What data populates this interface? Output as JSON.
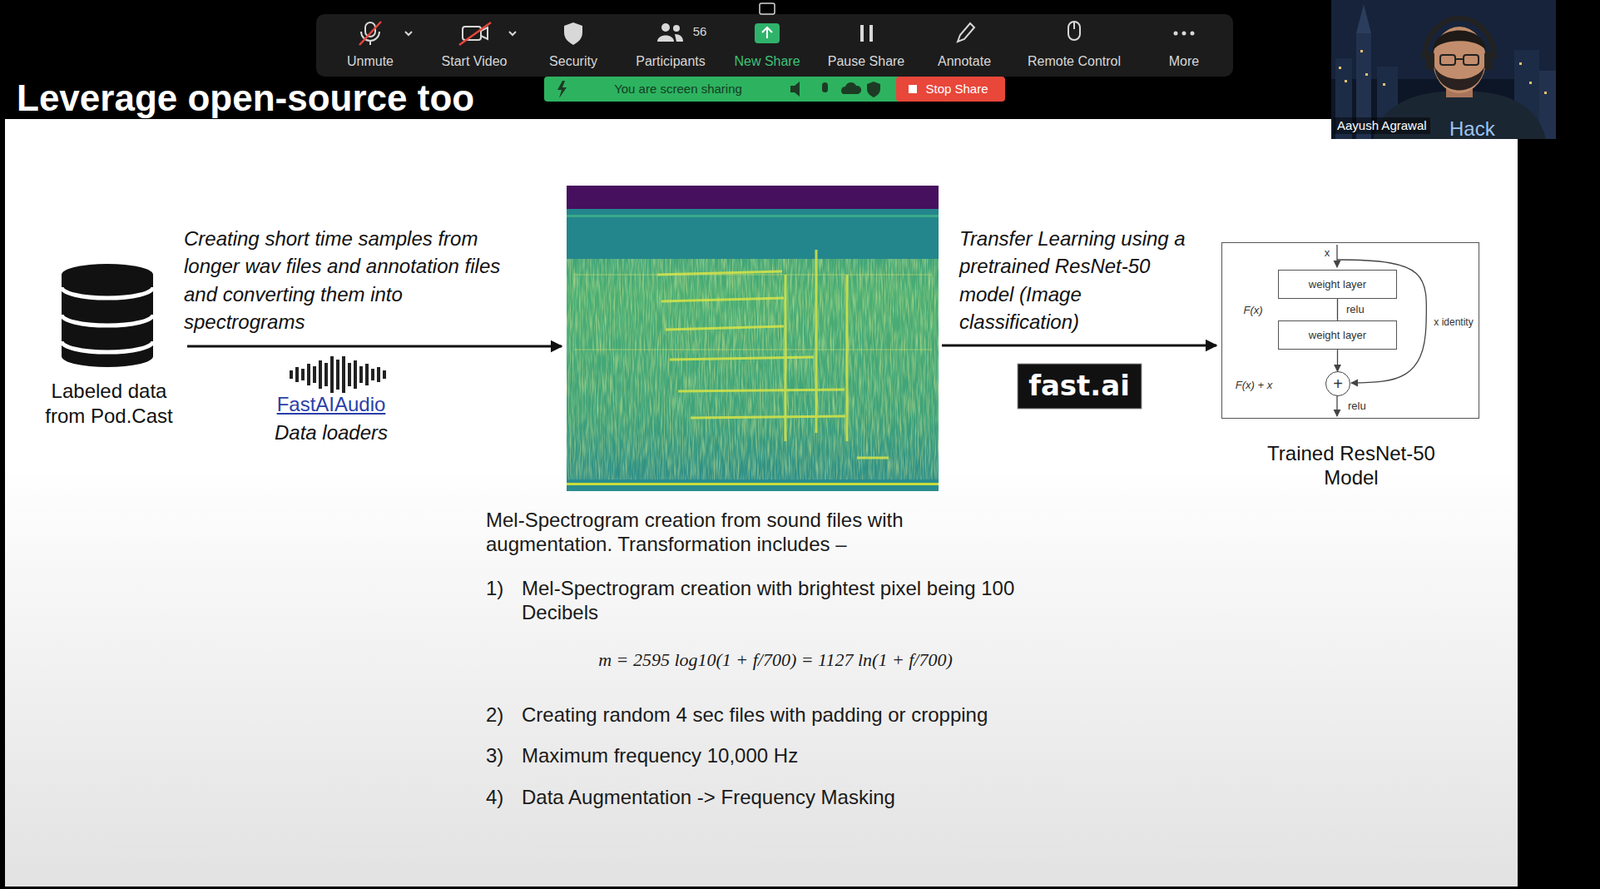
{
  "diagram": {
    "title": "Leverage open-source too",
    "nodes": [
      {
        "text": [
          "Labeled data from Pod.Cast"
        ]
      },
      {
        "text": [
          "Mel-Spectrogram creation from sound files with augmentation. Transformation includes –"
        ]
      },
      {
        "text": [
          "x",
          "F(x)",
          "x identity",
          "F(x) + x",
          "relu",
          "Trained ResNet-50 Model"
        ]
      },
      {
        "text": [
          "weight layer"
        ],
        "in": 2
      },
      {
        "text": [
          "weight layer"
        ],
        "in": 2
      },
      {
        "text": [
          "+"
        ],
        "in": 2
      }
    ],
    "edges": [
      {
        "from": 0,
        "to": 1,
        "arrow": "to",
        "label": "Creating short time samples from longer wav files and annotation files and converting them into spectrograms"
      },
      {
        "from": 1,
        "to": 2,
        "arrow": "to",
        "label": "Transfer Learning using a pretrained ResNet-50 model (Image classification)"
      },
      {
        "from": 3,
        "to": 4,
        "arrow": "none",
        "label": "relu"
      },
      {
        "from": 4,
        "to": 5,
        "arrow": "to"
      }
    ],
    "labels": [
      "FastAIAudio",
      "Data loaders",
      "fast.ai",
      "1)",
      "Mel-Spectrogram creation with brightest pixel being 100 Decibels",
      "m = 2595 log10(1 + f/700) = 1127 ln(1 + f/700)",
      "2)",
      "Creating random 4 sec files with padding or cropping",
      "3)",
      "Maximum frequency 10,000 Hz",
      "4)",
      "Data Augmentation -> Frequency Masking",
      "Unmute",
      "Start Video",
      "Security",
      "56",
      "Participants",
      "New Share",
      "Pause Share",
      "Annotate",
      "Remote Control",
      "More",
      "You are screen sharing",
      "Stop Share",
      "Aayush Agrawal",
      "Hack"
    ]
  }
}
